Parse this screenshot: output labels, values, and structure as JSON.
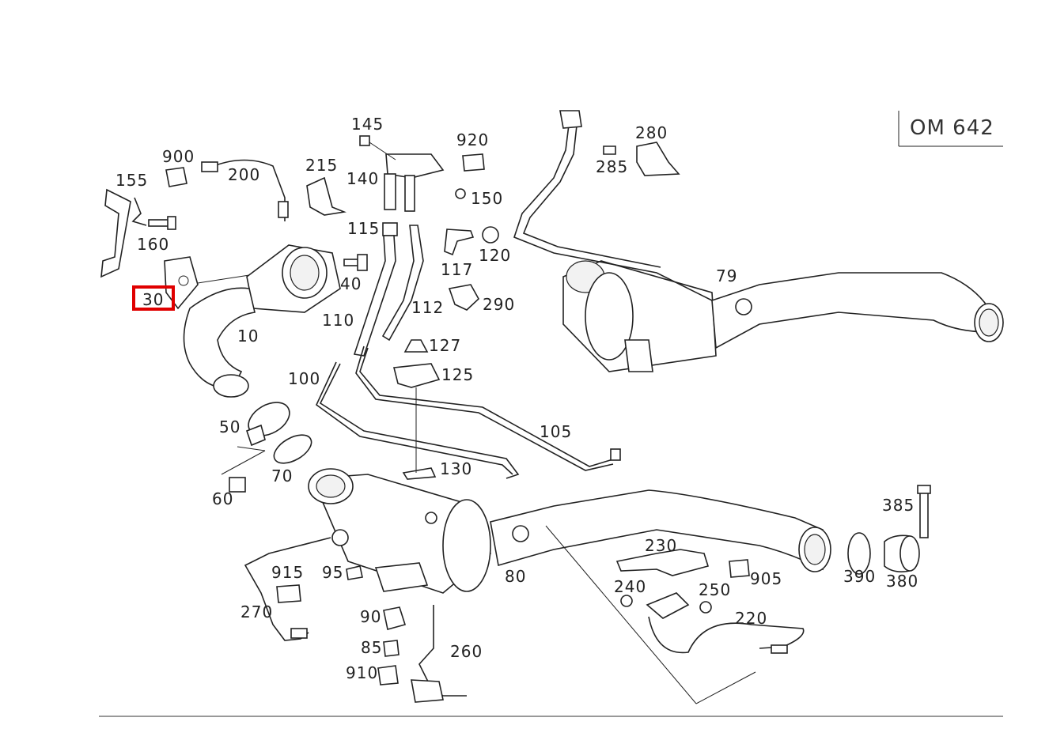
{
  "engine_code": "OM 642",
  "highlighted_part": "30",
  "parts": {
    "p10": "10",
    "p30": "30",
    "p40": "40",
    "p50": "50",
    "p60": "60",
    "p70": "70",
    "p79": "79",
    "p80": "80",
    "p85": "85",
    "p90": "90",
    "p95": "95",
    "p100": "100",
    "p105": "105",
    "p110": "110",
    "p112": "112",
    "p115": "115",
    "p117": "117",
    "p120": "120",
    "p125": "125",
    "p127": "127",
    "p130": "130",
    "p140": "140",
    "p145": "145",
    "p150": "150",
    "p155": "155",
    "p160": "160",
    "p200": "200",
    "p215": "215",
    "p220": "220",
    "p230": "230",
    "p240": "240",
    "p250": "250",
    "p260": "260",
    "p270": "270",
    "p280": "280",
    "p285": "285",
    "p290": "290",
    "p380": "380",
    "p385": "385",
    "p390": "390",
    "p900": "900",
    "p905": "905",
    "p910": "910",
    "p915": "915",
    "p920": "920"
  }
}
